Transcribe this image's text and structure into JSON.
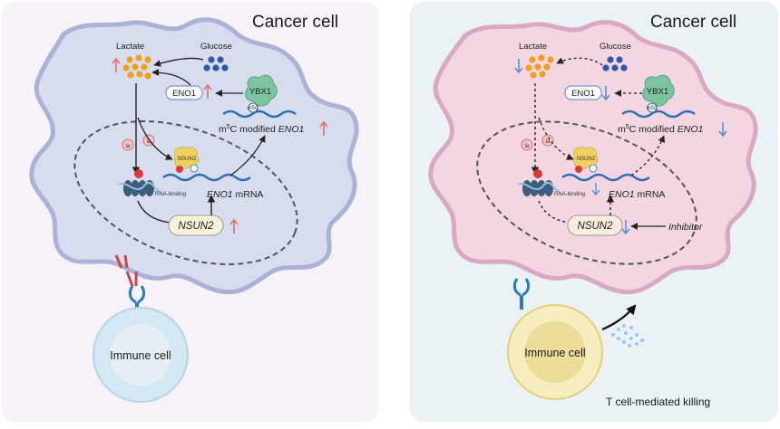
{
  "left_panel": {
    "title": "Cancer cell",
    "lactate": "Lactate",
    "glucose": "Glucose",
    "eno1_protein": "ENO1",
    "ybx1": "YBX1",
    "m5c_label": "m5C",
    "m5c_prefix": "m",
    "m5c_sup": "5",
    "m5c_modified": "C modified ",
    "eno1_gene": "ENO1",
    "la_tag": "la",
    "nsun2_small": "NSUN2",
    "rna_binding": "RNA-binding",
    "eno1_mrna_gene": "ENO1",
    "eno1_mrna_suffix": " mRNA",
    "nsun2": "NSUN2",
    "immune_cell": "Immune cell",
    "arrow_up_color": "#e36c6c"
  },
  "right_panel": {
    "title": "Cancer cell",
    "lactate": "Lactate",
    "glucose": "Glucose",
    "eno1_protein": "ENO1",
    "ybx1": "YBX1",
    "m5c_label": "m5C",
    "m5c_prefix": "m",
    "m5c_sup": "5",
    "m5c_modified": "C modified ",
    "eno1_gene": "ENO1",
    "la_tag": "la",
    "nsun2_small": "NSUN2",
    "rna_binding": "RNA-binding",
    "eno1_mrna_gene": "ENO1",
    "eno1_mrna_suffix": " mRNA",
    "nsun2": "NSUN2",
    "inhibitor": "Inhibitor",
    "immune_cell": "Immune cell",
    "killing": "T cell-mediated killing",
    "arrow_down_color": "#5b8fd0"
  },
  "colors": {
    "left_bg": "#f7f1f8",
    "right_bg": "#eaf2f6",
    "cancer_cell_left": "#d7dcee",
    "cancer_cell_right": "#f3d6e2",
    "lactate_dot": "#f0a01e",
    "glucose_dot": "#2f57a8",
    "ybx1_green": "#7cc4a0",
    "mrna_blue": "#2c6fb0",
    "immune_outer": "#d4e8f3",
    "immune_inner": "#e6eff5",
    "immune_outer_right": "#f7eec0",
    "immune_inner_right": "#eddd9a"
  }
}
